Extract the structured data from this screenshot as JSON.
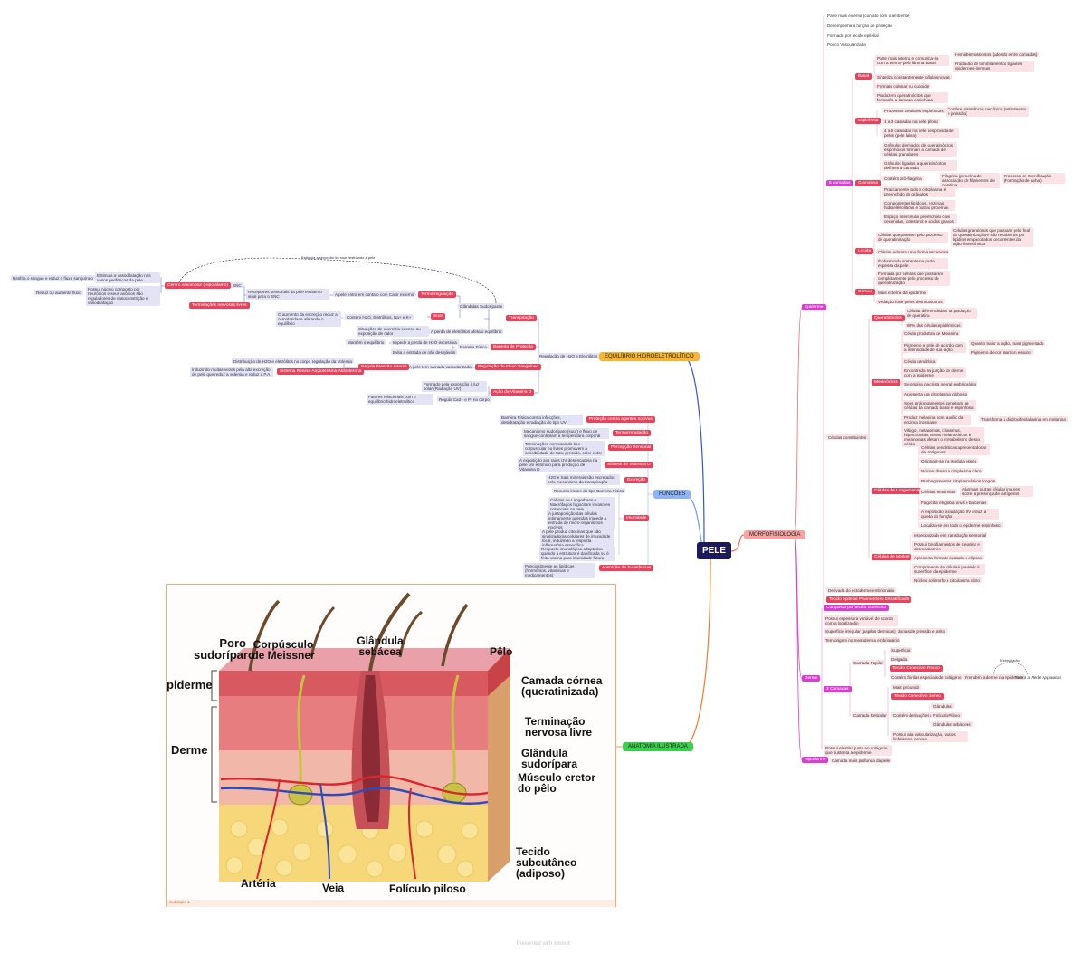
{
  "root": {
    "label": "PELE"
  },
  "branches": {
    "morfo": "MORFOFISIOLOGIA",
    "equilibrio": "EQUILÍBRIO HIDROELETROLÍTICO",
    "funcoes": "FUNÇÕES",
    "anatomia": "ANATOMIA ILUSTRADA"
  },
  "colors": {
    "root": "#1c1a5c",
    "morfo": "#f6a3a3",
    "equilibrio": "#f7b531",
    "funcoes": "#8fb4f5",
    "anatomia": "#3ccf4e",
    "pink_tag": "#e8435d",
    "magenta_tag": "#d63fd0",
    "epiderme_line": "#e8435d",
    "derme_line": "#d63fd0"
  },
  "morfo": {
    "epiderme_intro": [
      "Parte mais externa (contato com o ambiente)",
      "Desempenha a função de proteção",
      "Formada por tecido epitelial",
      "Pouco Vascularizada"
    ],
    "epiderme": "Epiderme",
    "cinco_camadas": "5 camadas",
    "basal": "Basal",
    "basal_items": [
      "Parte mais interna e comunica-se com a Derme pela lâmina basal",
      "Sintetiza constantemente células novas",
      "Formato colunar ou cuboide",
      "Produzem queratinócitos que formarão a camada espinhosa"
    ],
    "basal_sub": [
      "Hemidesmossomos (adesão entre camadas)",
      "Produção de tonofilamentos ligantes epidermes-dermais"
    ],
    "espinhosa": "Espinhosa",
    "espinhosa_items": [
      "Processos celulares espinhosos",
      "1 a 3 camadas na pele pilosa",
      "4 a 5 camadas na pele desprovida de pelos (pele labra)"
    ],
    "espinhosa_sub": "Confere resistência mecânica (estiramento e pressão)",
    "granulosa": "Granulosa",
    "granulosa_items": [
      "Grânulos derivados de queratinócitos espinhosos formam a camada de células granulares",
      "Grânulos ligados a queratinócitos definem a camada",
      "Contém pró-filagrina",
      "Praticamente todo o citoplasma é preenchido de grânulos",
      "Componentes lipídicos, enzimas hidroelétroliticas e outras proteínas",
      "Espaço intercelular preenchido com ceramidas, colesterol e ácidos graxos"
    ],
    "filagrina": "Filagrina (proteína de associação de filamentos de ceratina",
    "cornificacao": "Processo de Cornificação (Formação de unha)",
    "lucida": "Lúcida",
    "lucida_items": [
      "Células que passam pelo processo de queratinização",
      "Células adotam uma forma escamosa",
      "É observada somente na parte espessa da pele"
    ],
    "lucida_sub": "Células granulosas que passam pelo final da queratinização e são recobertas por lipídios empacotados decorrentes da ação lisossômica",
    "cornea": "Córnea",
    "cornea_items": [
      "Formada por células que passaram completamente pelo processo de queratinização",
      "Mais externa da epiderme",
      "Vedação forte pelos desmossomos"
    ],
    "celulas": "Células constituintes",
    "queratinocitos": "Queratinócitos",
    "queratinocitos_items": [
      "Células diferenciadas na produção de queratina",
      "80% das células epidérmicas"
    ],
    "melanocitos": "Melanócitos",
    "melanocitos_items": [
      "Célula produtora de Melanina",
      "Pigmento a pele de acordo com a intensidade de sua ação",
      "Célula dendrítica",
      "Encontrada na junção de derme com a epiderme",
      "Se origina na crista neural embrionária",
      "Apresenta um citoplasma globoso",
      "Seus prolongamentos penetram as células da camada basal e espinhosa",
      "Produz melanina com auxílio da enzima tirosinase",
      "Vitiligo, melanomas, cloasmas, hipercromias, nevos melanocíticos e melanomas afetam o metabolismo dessa célula"
    ],
    "feo": "Quanto maior a ação, mais pigmentada",
    "eumel": "Pigmento de cor marrom escuro",
    "transforma": "Transforma a diidroxifenilalanina em melanina",
    "langerhans": "Células de Langerhans",
    "langerhans_items": [
      "Células dendríticas apresentadoras de antígenos",
      "Originam-se na medula óssea",
      "Núcleo denso e citoplasma claro",
      "Prolongamentos citoplasmáticos longos",
      "Células sentinelas",
      "Fagocita, engloba vírus e bactérias",
      "A exposição à radiação UV induz a queda da função",
      "Localiza-se em todo o epiderme espinhoso"
    ],
    "sentinelas_sub": "Alarmam outras células imunes sobre a presença de antígenos",
    "merkel": "Células de Merkel",
    "merkel_items": [
      "especializado em transdução sensorial",
      "Possui tonofilamentos de ceratina e desmossomos",
      "Apresenta formato ovalado e elíptico",
      "Comprimento da célula é paralelo à superfície da epiderme",
      "Núcleo polimorfo e citoplasma claro"
    ],
    "derivada": "Derivada do ectoderme embrionário",
    "tecido_epitelial": "Tecido epitelial Pavimentoso Estratificado",
    "derme": "Derme",
    "derme_items": [
      "Composta por tecido conectivo",
      "Possui espessura variável de acordo com a localização",
      "Superfície irregular (papilas dérmicas)",
      "Tem origem no mesoderma embrionário"
    ],
    "papilas_sub": "Zonas de pressão e atrito",
    "duas_camadas": "2 Camadas",
    "papilar": "Camada Papilar",
    "papilar_items": [
      "Superficial",
      "Delgada",
      "Tecido Conectivo Frouxo",
      "Contém fibrilas especiais de colágeno"
    ],
    "prendem": "Prendem a derme na epiderme",
    "forma_rede": "Forma a Rede Apparatus",
    "estimulacao": "Estimulação",
    "reticular": "Camada Reticular",
    "reticular_items": [
      "Mais profunda",
      "Tecido Conectivo Denso",
      "Contém derivações da epiderme",
      "Possui alta vascularização, vasos linfáticos e nervos"
    ],
    "derivacoes": [
      "Glândulas",
      "Folículo Piloso",
      "Glândulas sebáceas"
    ],
    "possui_elastina": "Possui elastina junto ao colágeno que sustenta a epiderme",
    "hipoderme": "Hipoderme",
    "hipoderme_item": "Camada mais profunda da pele"
  },
  "equil": {
    "regulacao": "Regulação de H2O e Eletrólitos",
    "transpiracao": "Transpiração",
    "barreira": "Barreira de Proteção",
    "regulacao_fluxo": "Regulação do Fluxo Sanguíneo",
    "vitamina_d": "Ação da Vitamina D",
    "termo": "Termorregulação",
    "suor": "Suor",
    "glandulas": "Glândulas Sudoríparas",
    "calor_externo": "A pele entra em contato com Calor externo",
    "terminacoes": "Terminações nervosas livres",
    "receptores": "Receptores sensoriais da pele enviam o sinal para o SNC",
    "snc": "SNC",
    "centro": "Centro vasomotor (Hipotálamo)",
    "estimula": "Estimula a vasodilatação nos vasos periféricos da pele",
    "resfria": "Resfria o sangue e reduz o fluxo sanguíneo",
    "possui_nucleo": "Possui núcleo composto por neurônios e seus axônios são reguladores de vasoconstrição e vasodilatação",
    "reduz_fluxo": "Reduz ou aumenta fluxo",
    "estimula_secrecao": "Estimula a secreção do suor resfriando a pele",
    "contem_h2o": "Contém H2O, Eletrólitos, Na+ e K+",
    "aumento_excrecao": "O aumento da excreção reduz a osmolaridade afetando o equilíbrio",
    "perda_eletrolitos": "A perda de eletrólitos afeta o equilíbrio",
    "situacoes": "Situações de exercício intenso ou exposição de calor",
    "barreira_fisica": "Barreira Física",
    "impede": "Impede a perda de H2O excessiva",
    "mantem": "Mantém o equilíbrio",
    "evita": "Evita a entrada de não desejáveis",
    "regula_pressao": "Regula Pressão Arterial",
    "pele_tem": "A pele tem camada vascularizada",
    "regulacao_volemia": "Regulação da Volemia",
    "distribuicao": "Distribuição de H2O e eletrólitos no corpo",
    "sistema_renina": "Sistema Renina-Angiotensina-Aldosterona",
    "induzindo": "Induzindo muitas vezes pela alta excreção de pele que reduz a volemia e reduz a P.A.",
    "formado": "Formado pela exposição à luz solar (Radiação UV)",
    "regula_ca": "Regula Ca2+ e P- no corpo",
    "fatores": "Fatores relacionais com o equilíbrio hidroeletrolítico"
  },
  "func": {
    "items": [
      {
        "tag": "Proteção contra agentes nocivos",
        "desc": "Barreira Física contra infecções, desidratação e radiação do tipo UV"
      },
      {
        "tag": "Termorregulação",
        "desc": "Mecanismo sudoríparo (suor) e fluxo de sangue controlam a temperatura corporal"
      },
      {
        "tag": "Percepção Sensorial",
        "desc": "Terminações nervosas do tipo corpuscular ou livres promovem a sensibilidade de tato, pressão, calor e dor"
      },
      {
        "tag": "Síntese de Vitamina D",
        "desc": "A exposição aos raios UV desencadeia na pele um estímulo para produção de Vitamina D"
      },
      {
        "tag": "Excreção",
        "desc": "H2O e Sais minerais são excretados pelo mecanismo da transpiração"
      },
      {
        "tag": "Imunidade",
        "desc": ""
      },
      {
        "tag": "Absorção de Substâncias",
        "desc": "Principalmente as lipídicas (hormônios, vitaminas e medicamentos)"
      }
    ],
    "imunidade_items": [
      "Recurso imune do tipo Barreira Física",
      "Células de Langerhans e Macrófagos fagocitam invasores potenciais na pele",
      "A justaposição das células intimamente aderidas impede a entrada de micro-organismos nocivos",
      "A pele produz citocinas que são sinalizadoras celulares de imunidade local, induzindo a resposta inflamatória específica",
      "Resposta imunológica adaptativa quando a estrutura é danificada ou é feita vacina para imunidade futura"
    ]
  },
  "illustration": {
    "labels": {
      "poro": "Poro sudoríparo",
      "corpusculo": "Corpúsculo de Meissner",
      "glandula_sebacea": "Glândula sebácea",
      "pelo": "Pêlo",
      "epiderme": "piderme",
      "camada_cornea": "Camada córnea (queratinizada)",
      "derme": "Derme",
      "terminacao": "Terminação nervosa livre",
      "glandula_sudoripara": "Glândula sudorípara",
      "musculo": "Músculo eretor do pêlo",
      "tecido": "Tecido subcutâneo (adiposo)",
      "arteria": "Artéria",
      "veia": "Veia",
      "foliculo": "Folículo piloso"
    },
    "subtopic": "Subtopic 1"
  },
  "footer": {
    "prefix": "Presented with",
    "brand": "xmind"
  }
}
